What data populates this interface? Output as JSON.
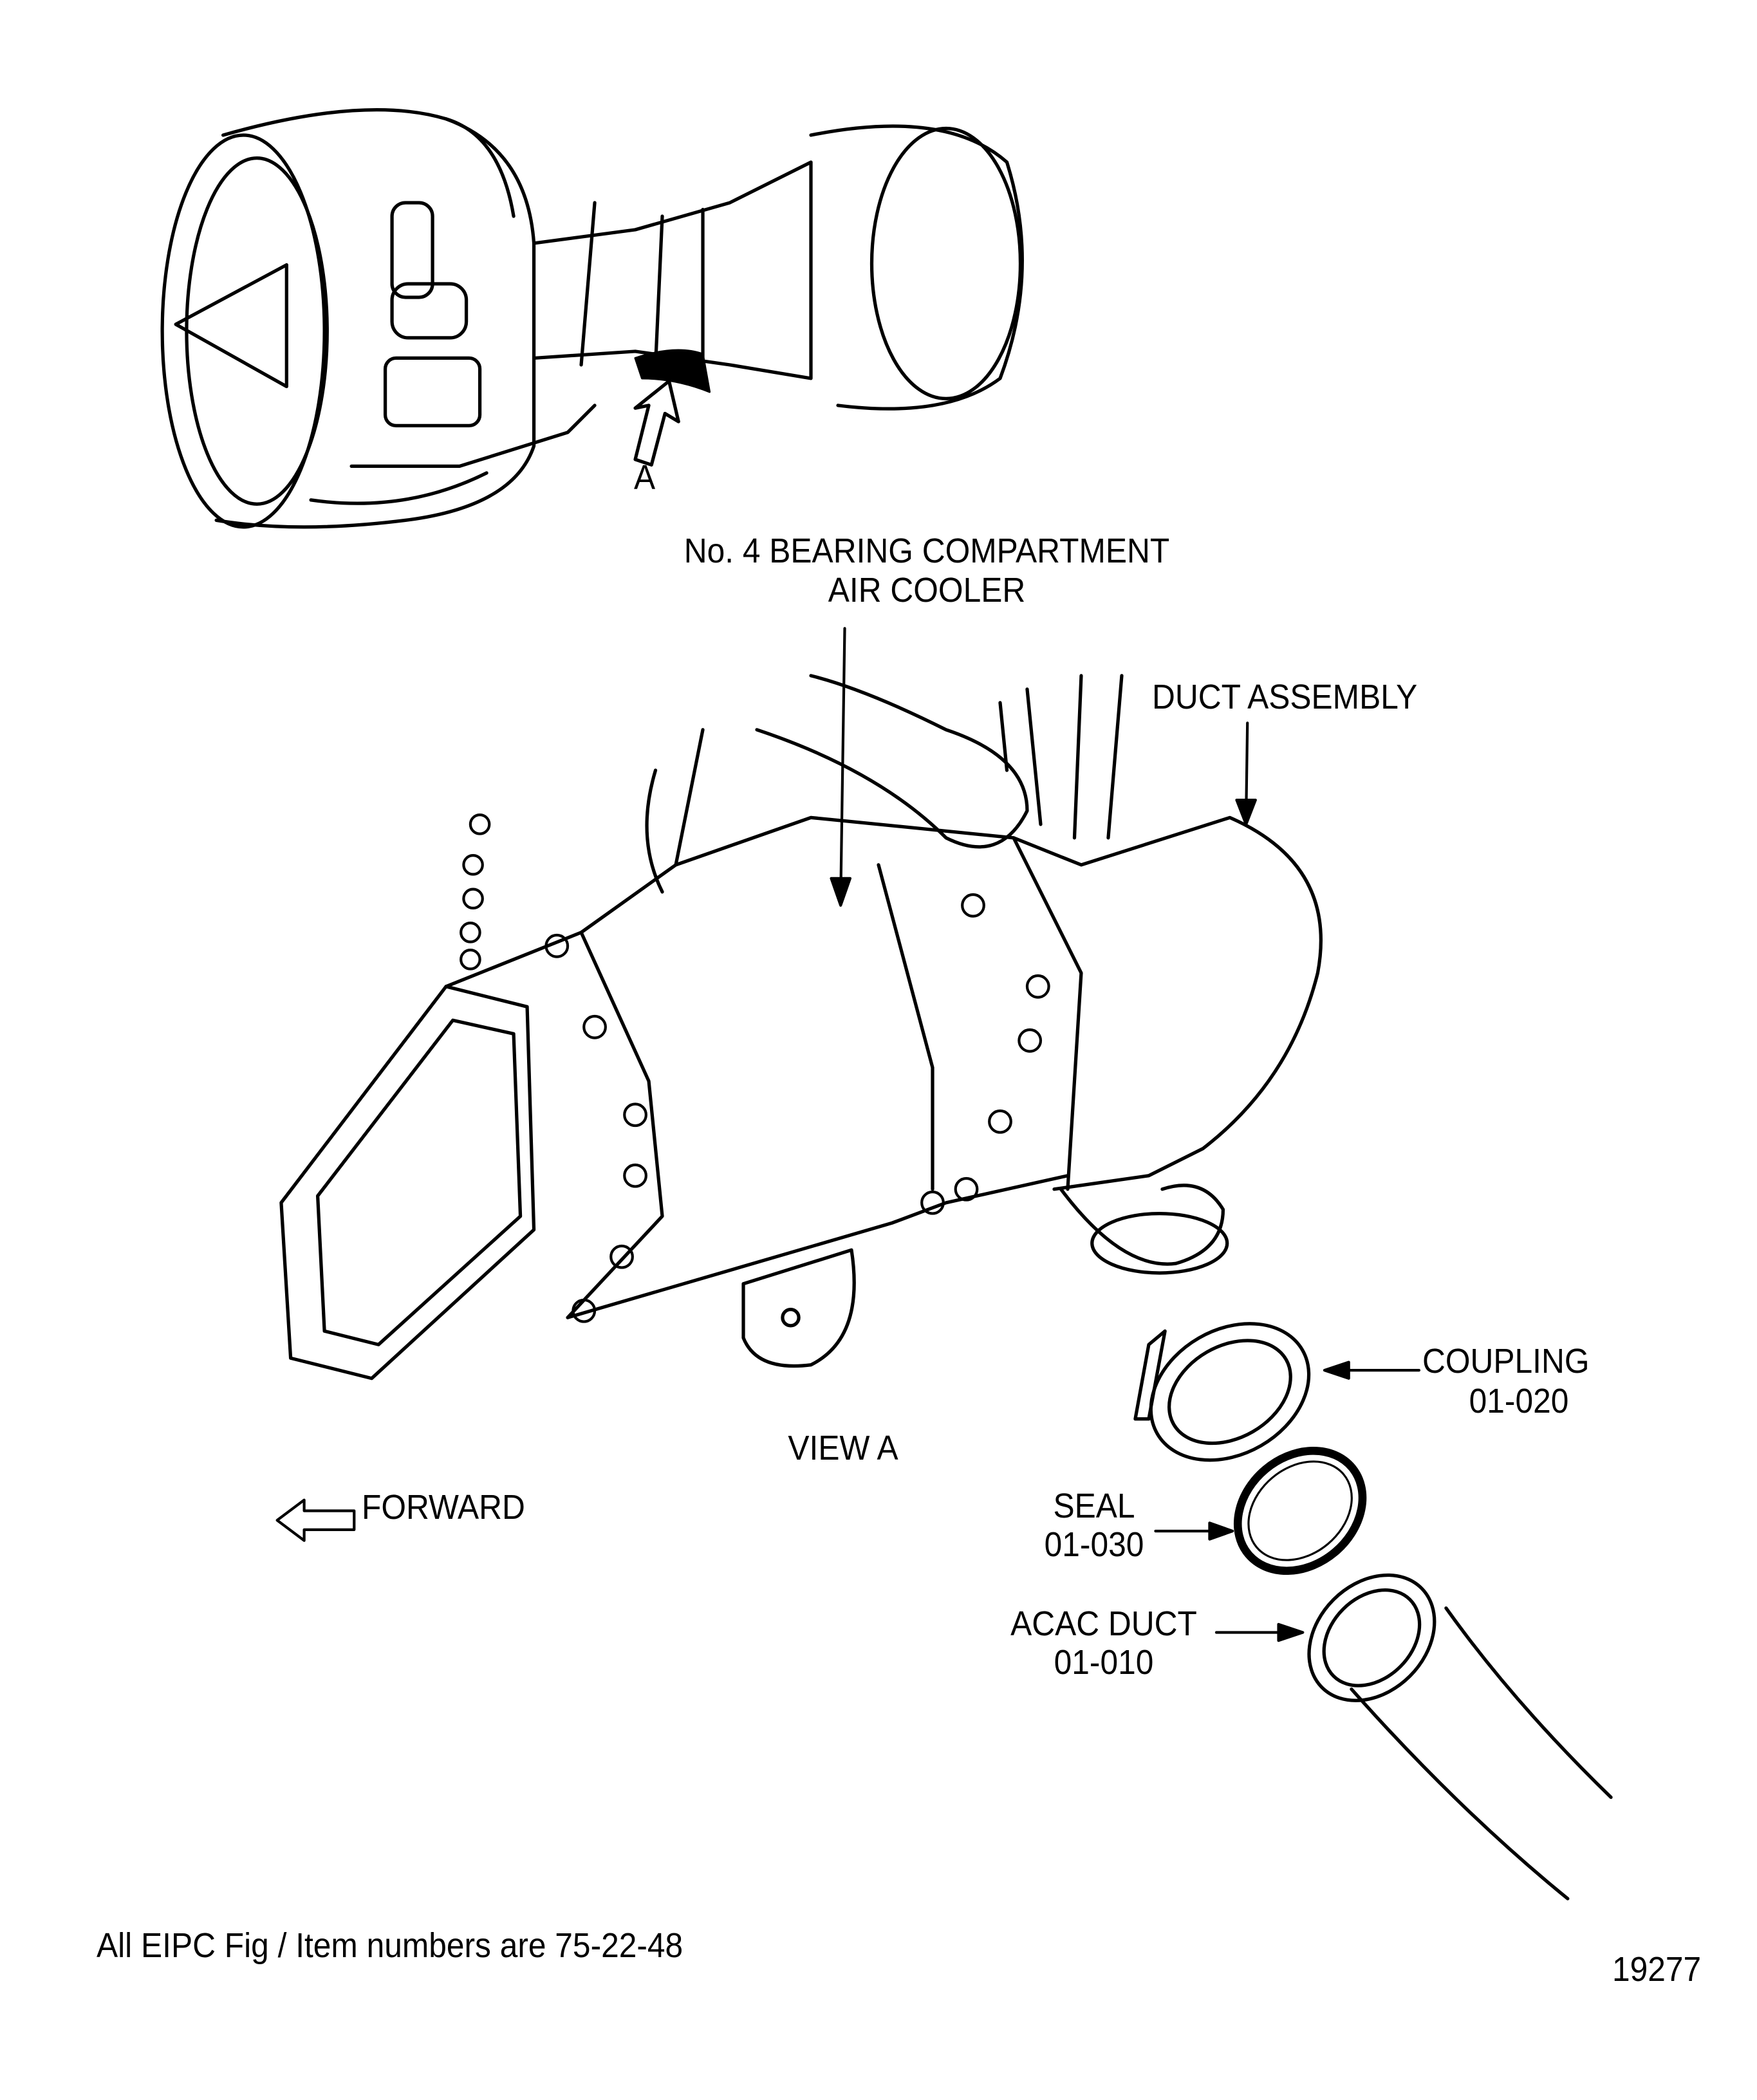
{
  "figure": {
    "view_marker": "A",
    "callouts": {
      "cooler_line1": "No. 4 BEARING COMPARTMENT",
      "cooler_line2": "AIR COOLER",
      "duct_assembly": "DUCT ASSEMBLY",
      "coupling_name": "COUPLING",
      "coupling_item": "01-020",
      "seal_name": "SEAL",
      "seal_item": "01-030",
      "acac_name": "ACAC DUCT",
      "acac_item": "01-010"
    },
    "view_label": "VIEW A",
    "forward_label": "FORWARD",
    "footnote": "All EIPC Fig / Item numbers are 75-22-48",
    "figure_number": "19277"
  }
}
